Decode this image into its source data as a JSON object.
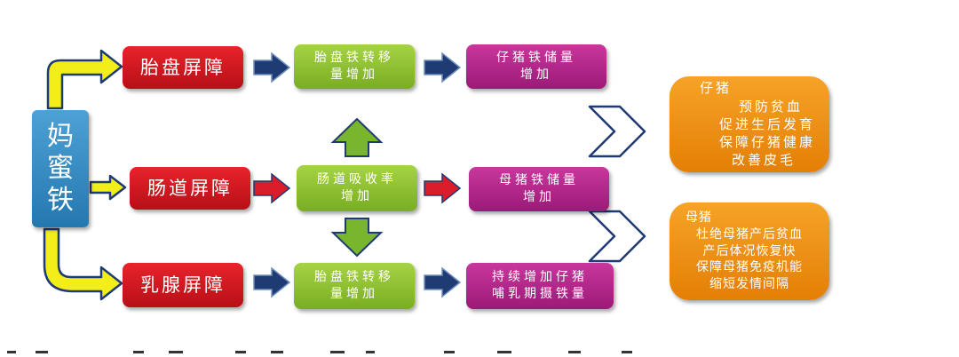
{
  "root": {
    "chars": [
      "妈",
      "蜜",
      "铁"
    ]
  },
  "barriers": {
    "placenta": "胎盘屏障",
    "intestine": "肠道屏障",
    "mammary": "乳腺屏障"
  },
  "middle": {
    "top": [
      "胎盘铁转移",
      "量增加"
    ],
    "center": [
      "肠道吸收率",
      "增加"
    ],
    "bottom": [
      "胎盘铁转移",
      "量增加"
    ]
  },
  "results": {
    "top": [
      "仔猪铁储量",
      "增加"
    ],
    "center": [
      "母猪铁储量",
      "增加"
    ],
    "bottom": [
      "持续增加仔猪",
      "哺乳期摄铁量"
    ]
  },
  "outcomes": {
    "piglet": [
      "仔猪",
      "预防贫血",
      "促进生后发育",
      "保障仔猪健康",
      "改善皮毛"
    ],
    "sow": [
      "母猪",
      "杜绝母猪产后贫血",
      "产后体况恢复快",
      "保障母猪免疫机能",
      "缩短发情间隔"
    ]
  },
  "colors": {
    "root": "#2f8cc6",
    "barrier": "#d4181f",
    "middle": "#8fc232",
    "result": "#b52a8c",
    "outcome": "#ee8f10",
    "arrow_yellow": "#f3ee1a",
    "arrow_navy": "#1f3b73",
    "arrow_red": "#d91d2a",
    "arrow_green": "#7ab52e"
  }
}
